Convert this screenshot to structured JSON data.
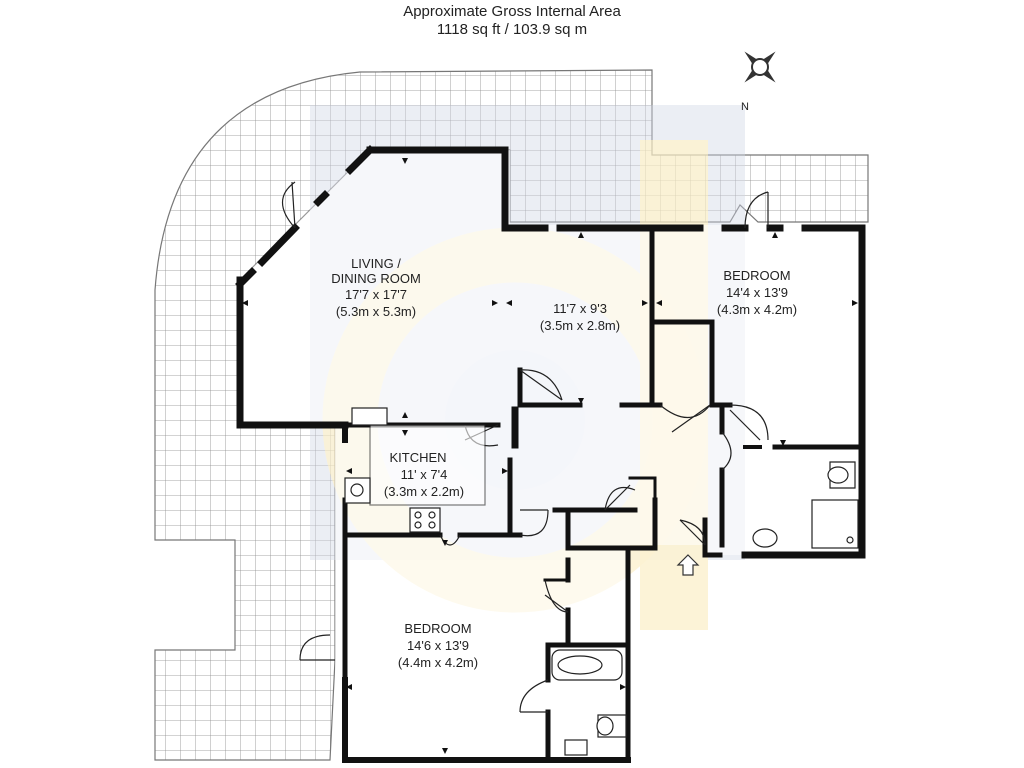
{
  "header": {
    "title": "Approximate Gross Internal Area",
    "area": "1118 sq ft / 103.9 sq m"
  },
  "compass": {
    "label": "N"
  },
  "rooms": {
    "living": {
      "name_1": "LIVING /",
      "name_2": "DINING ROOM",
      "imperial": "17'7 x 17'7",
      "metric": "(5.3m x 5.3m)"
    },
    "middle": {
      "imperial": "11'7 x 9'3",
      "metric": "(3.5m x 2.8m)"
    },
    "bedroom_right": {
      "name": "BEDROOM",
      "imperial": "14'4 x 13'9",
      "metric": "(4.3m x 4.2m)"
    },
    "kitchen": {
      "name": "KITCHEN",
      "imperial": "11' x 7'4",
      "metric": "(3.3m x 2.2m)"
    },
    "bedroom_bottom": {
      "name": "BEDROOM",
      "imperial": "14'6 x 13'9",
      "metric": "(4.4m x 4.2m)"
    }
  },
  "colors": {
    "wall": "#111111",
    "terrace_grid": "#777777",
    "watermark_blue": "#cfd6e6",
    "watermark_yellow": "#fbeec4"
  }
}
